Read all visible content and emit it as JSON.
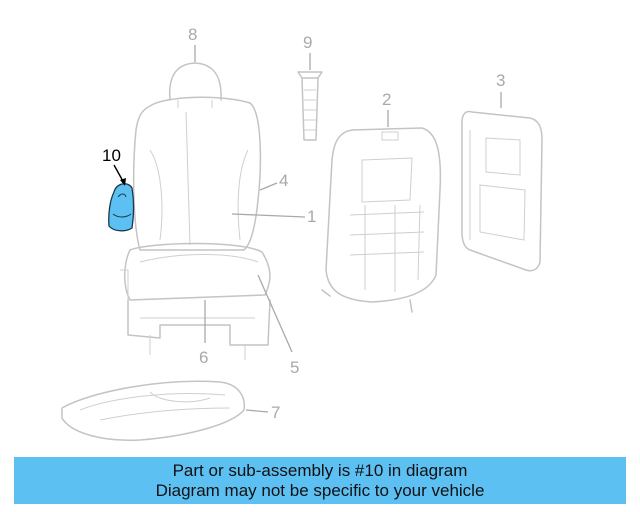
{
  "callouts": {
    "c1": "1",
    "c2": "2",
    "c3": "3",
    "c4": "4",
    "c5": "5",
    "c6": "6",
    "c7": "7",
    "c8": "8",
    "c9": "9",
    "c10": "10"
  },
  "highlight_part": "10",
  "colors": {
    "highlight_fill": "#5dc0f3",
    "line_art": "#c4c4c4",
    "callout_text": "#a9a9a9",
    "banner_bg": "#5dc0f3"
  },
  "banner": {
    "line1": "Part or sub-assembly is #10 in diagram",
    "line2": "Diagram may not be specific to your vehicle"
  }
}
